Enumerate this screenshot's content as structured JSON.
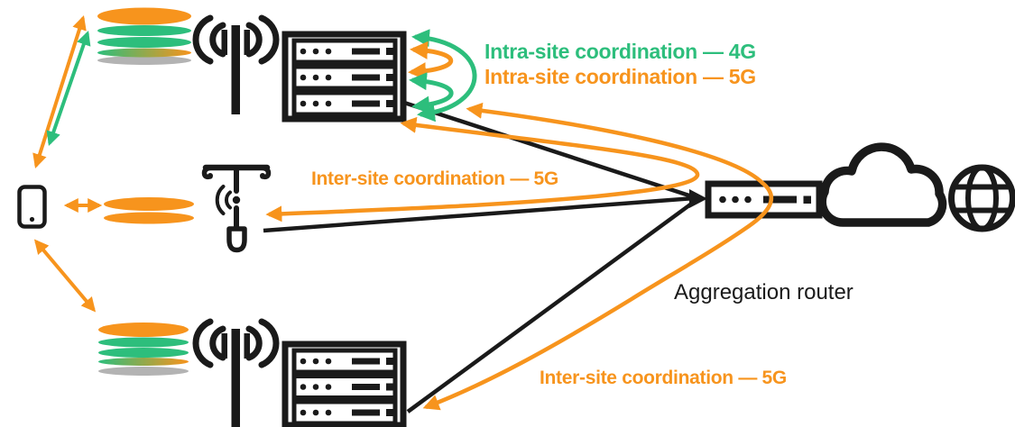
{
  "colors": {
    "orange": "#F7941D",
    "green": "#2DBE7C",
    "gray": "#B3B3B3",
    "ink": "#1A1A1A",
    "background": "#FFFFFF",
    "spectrum_gradient": [
      "#2DBE7C",
      "#F7941D"
    ]
  },
  "labels": {
    "intra_site_4g": {
      "text": "Intra-site coordination — 4G",
      "color": "#2DBE7C"
    },
    "intra_site_5g": {
      "text": "Intra-site coordination — 5G",
      "color": "#F7941D"
    },
    "inter_site_small_cell_5g": {
      "text": "Inter-site coordination — 5G",
      "color": "#F7941D"
    },
    "aggregation_router": {
      "text": "Aggregation router",
      "color": "#1A1A1A"
    },
    "inter_site_macro_5g": {
      "text": "Inter-site coordination — 5G",
      "color": "#F7941D"
    }
  },
  "nodes": [
    "smartphone-ue",
    "spectrum-stack-top",
    "macro-tower-top",
    "baseband-rack-top",
    "spectrum-carrier-mid",
    "small-cell-pole",
    "spectrum-stack-bottom",
    "macro-tower-bottom",
    "baseband-rack-bottom",
    "aggregation-router",
    "transport-cloud",
    "internet-globe"
  ],
  "arrows": [
    {
      "name": "ue-to-top-spectrum-5g",
      "color": "orange",
      "heads": "both"
    },
    {
      "name": "ue-to-top-spectrum-4g",
      "color": "green",
      "heads": "both"
    },
    {
      "name": "ue-to-mid-carrier-5g",
      "color": "orange",
      "heads": "both"
    },
    {
      "name": "ue-to-bottom-spectrum-5g",
      "color": "orange",
      "heads": "both"
    },
    {
      "name": "intra-site-4g-arc-units-1-3",
      "color": "green",
      "heads": "both"
    },
    {
      "name": "intra-site-4g-arc-units-2-3",
      "color": "green",
      "heads": "both"
    },
    {
      "name": "intra-site-5g-arc-units-1-2",
      "color": "orange",
      "heads": "both"
    },
    {
      "name": "inter-site-top-rack-to-small-cell-via-router",
      "color": "orange",
      "heads": "both"
    },
    {
      "name": "inter-site-top-rack-to-bottom-rack-via-router",
      "color": "orange",
      "heads": "both"
    },
    {
      "name": "backhaul-top-rack-to-router",
      "color": "black",
      "heads": "router"
    },
    {
      "name": "backhaul-small-cell-to-router",
      "color": "black",
      "heads": "router"
    },
    {
      "name": "backhaul-bottom-rack-to-router",
      "color": "black",
      "heads": "router"
    }
  ]
}
